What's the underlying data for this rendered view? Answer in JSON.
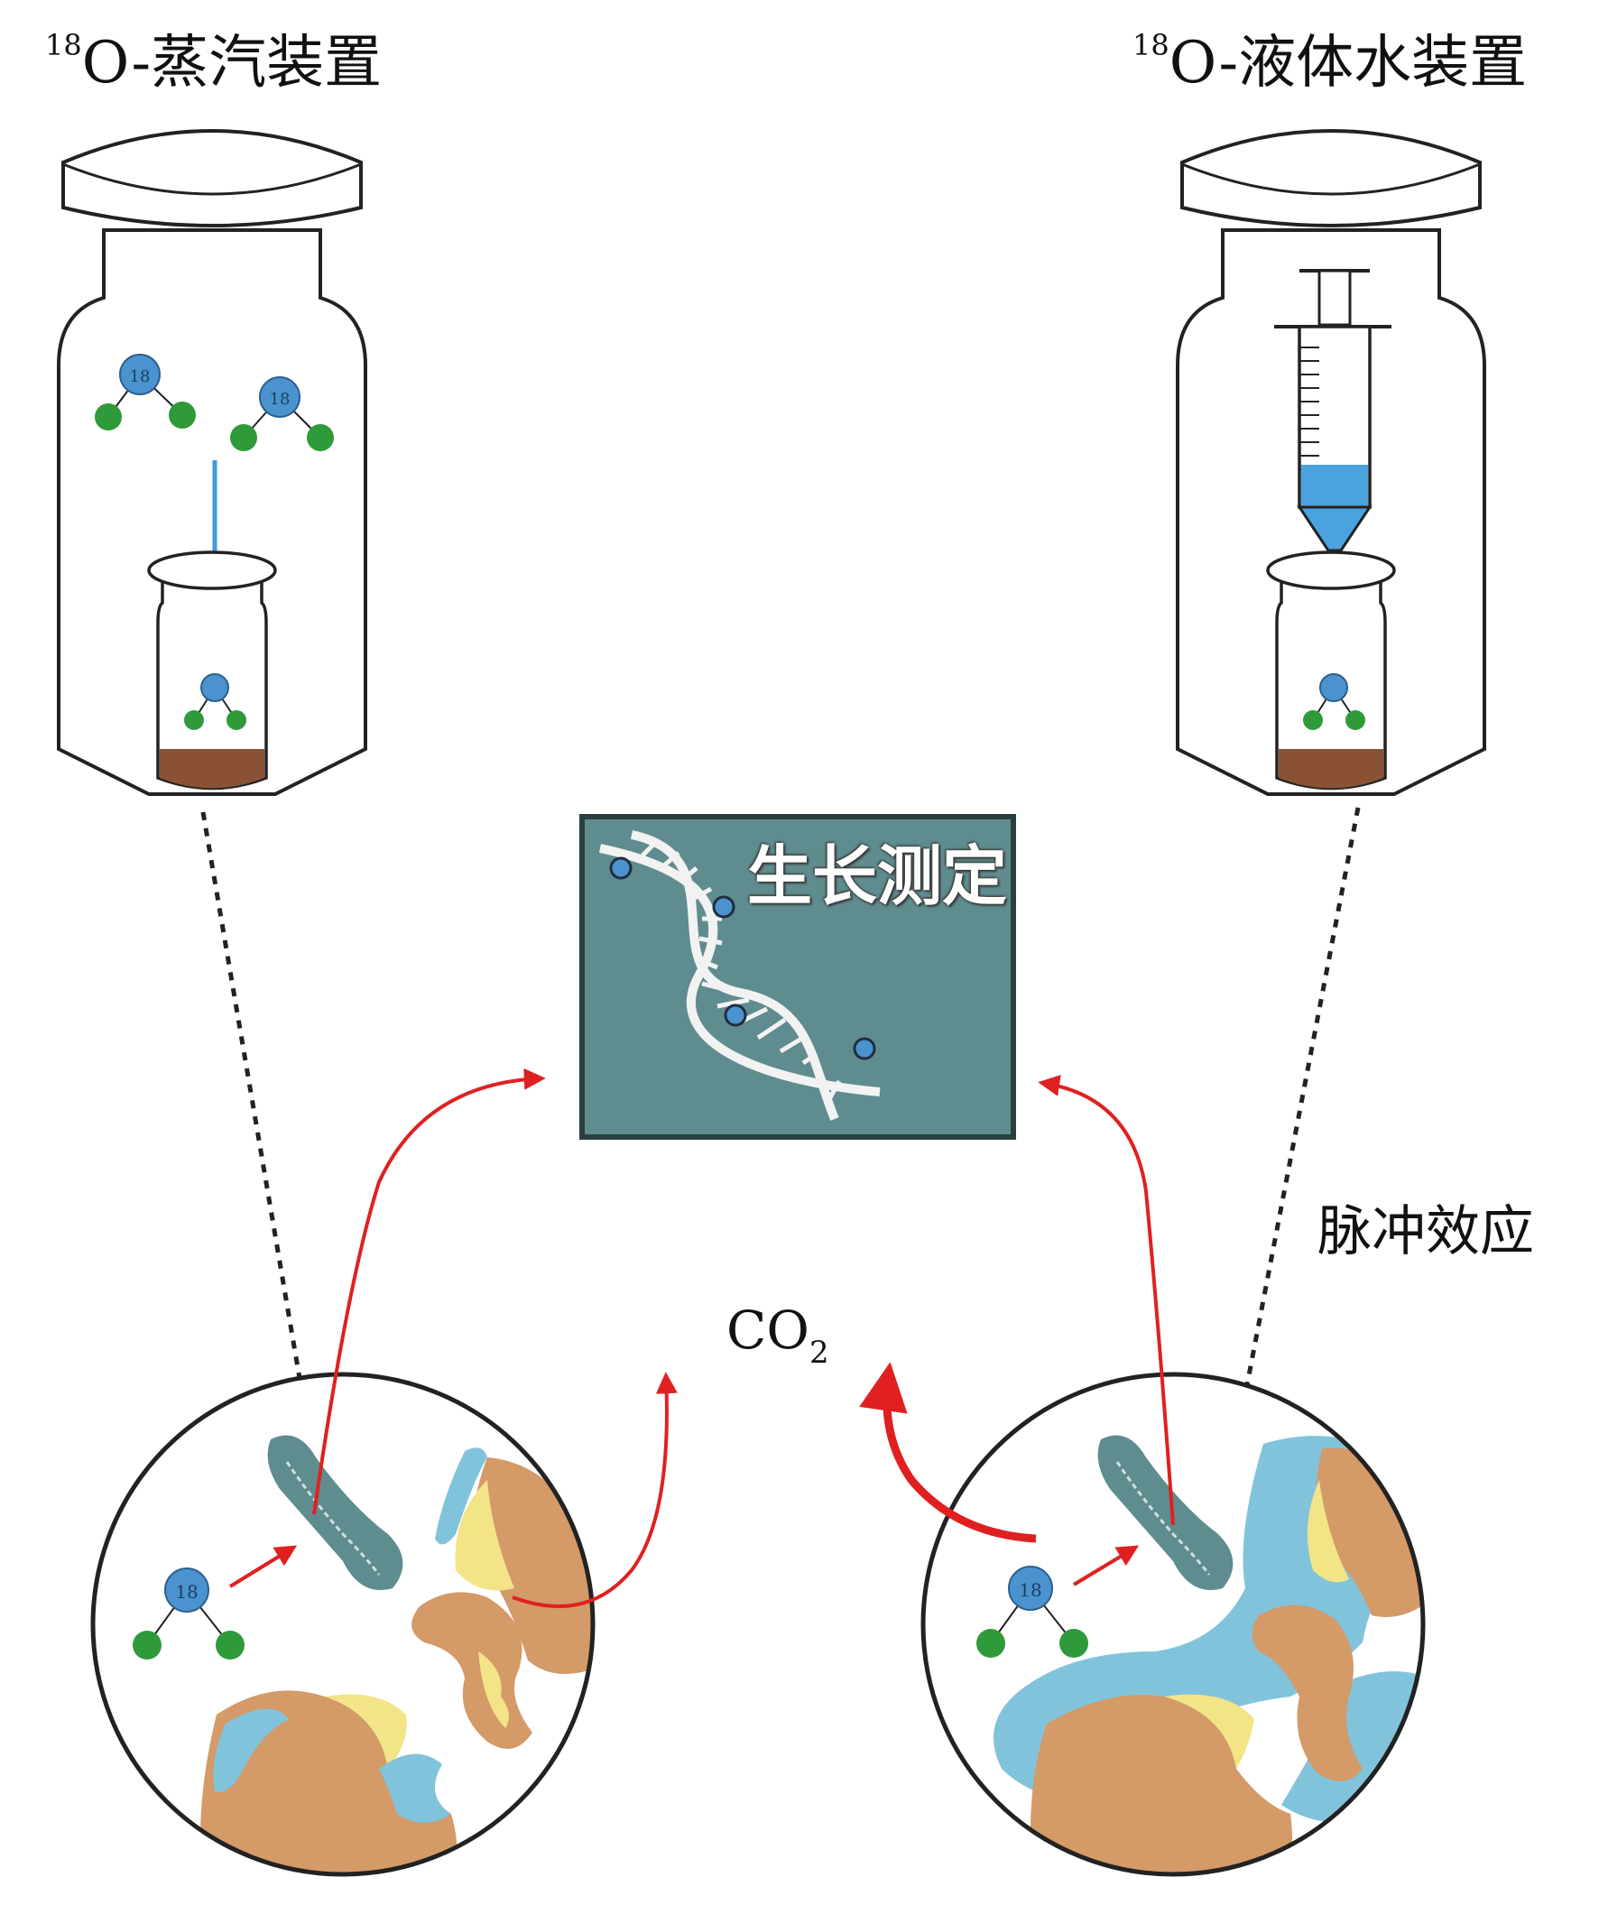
{
  "titles": {
    "left_sup": "18",
    "left_text": "O-蒸汽装置",
    "right_sup": "18",
    "right_text": "O-液体水装置"
  },
  "panel": {
    "label": "生长测定"
  },
  "labels": {
    "pulse": "脉冲效应",
    "co2_main": "CO",
    "co2_sub": "2"
  },
  "molecule_label": "18",
  "colors": {
    "water_blue": "#4a93cf",
    "hydrogen_green": "#2f9a3a",
    "soil_brown": "#8a5234",
    "aggregate_tan": "#d49a68",
    "moisture_yellow": "#f3e487",
    "pore_water": "#82c3dc",
    "panel_teal": "#5f8c8f",
    "arrow_red": "#e02020",
    "arrow_blue": "#3f9be0"
  }
}
